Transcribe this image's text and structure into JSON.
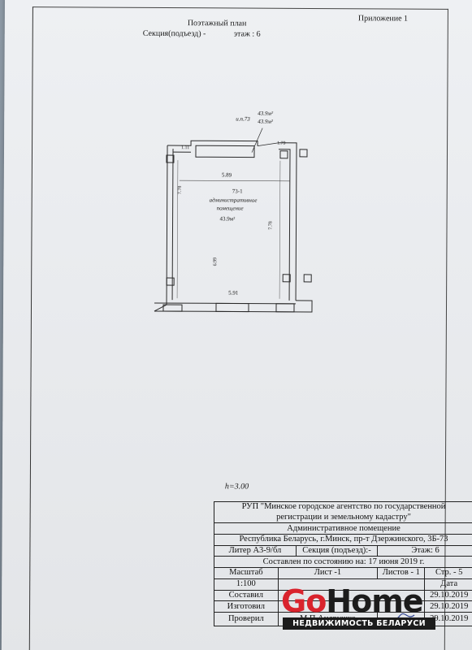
{
  "header": {
    "title": "Поэтажный план",
    "section": "Секция(подъезд) -",
    "floor": "этаж : 6",
    "appendix": "Приложение 1"
  },
  "plan": {
    "area_label_1": "43.9м²",
    "area_label_2": "43.9м²",
    "il_label": "и.п.73",
    "dim_top_left": "1.11",
    "dim_top_right": "1.79",
    "dim_top_width": "5.89",
    "dim_left_height": "7.78",
    "dim_right_height": "7.78",
    "dim_inner_height": "6.99",
    "dim_bottom_width": "5.91",
    "room_number": "73-1",
    "room_type_line1": "административное",
    "room_type_line2": "помещение",
    "room_area": "43.9м²",
    "ceiling_height": "h=3.00"
  },
  "stamp": {
    "org_line1": "РУП \"Минское городское агентство по государственной",
    "org_line2": "регистрации и земельному кадастру\"",
    "object": "Административное помещение",
    "address": "Республика Беларусь, г.Минск, пр-т Дзержинского, 3Б-73",
    "liter": "Литер А3-9/бл",
    "section": "Секция (подъезд):-",
    "floor": "Этаж: 6",
    "state_date": "Составлен по состоянию на: 17 июня 2019 г.",
    "scale_label": "Масштаб",
    "sheet": "Лист -1",
    "sheets": "Листов - 1",
    "page": "Стр. - 5",
    "scale_value": "1:100",
    "name_header": "",
    "date_header": "Дата",
    "composed_label": "Составил",
    "composed_name": "",
    "composed_date": "29.10.2019",
    "made_label": "Изготовил",
    "made_name": "",
    "made_date": "29.10.2019",
    "checked_label": "Проверил",
    "checked_name": "М.П.Андрушко",
    "checked_date": "29.10.2019"
  },
  "watermark": {
    "logo_part1": "Go",
    "logo_part2": "Home",
    "subtitle": "НЕДВИЖИМОСТЬ БЕЛАРУСИ",
    "color_red": "#d9232d",
    "color_dark": "#1c1c1c"
  }
}
